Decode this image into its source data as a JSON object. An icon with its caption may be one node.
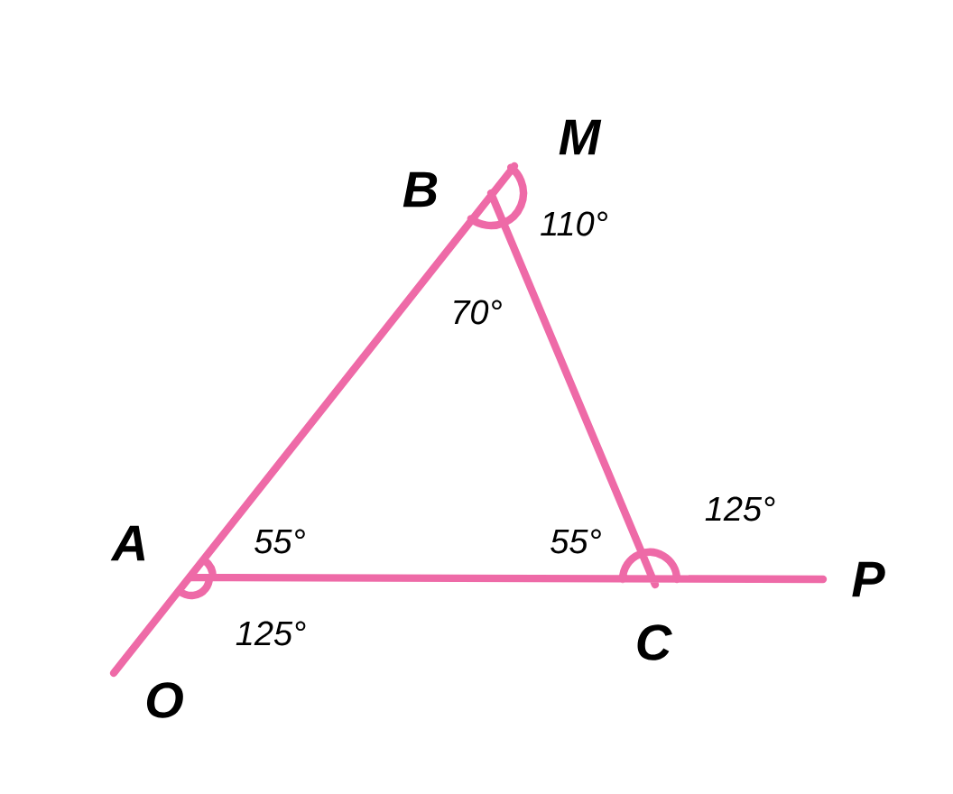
{
  "diagram": {
    "labels": [
      "M",
      "B",
      "110°",
      "70°",
      "125°",
      "A",
      "55°",
      "55°",
      "P",
      "125°",
      "C",
      "O"
    ]
  }
}
